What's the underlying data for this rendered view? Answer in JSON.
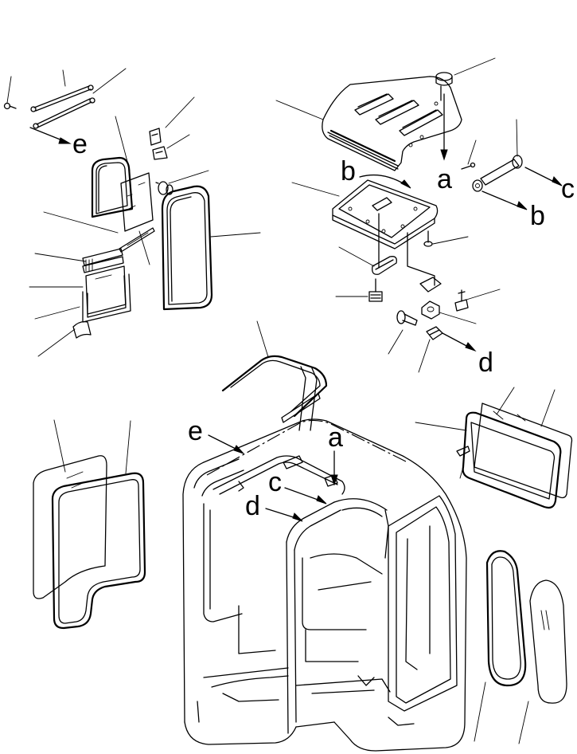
{
  "diagram": {
    "labels": {
      "a_top": "a",
      "b_top": "b",
      "c_top": "c",
      "b_arrow": "b",
      "d_arrow": "d",
      "e_arrow": "e",
      "e_cab": "e",
      "a_cab": "a",
      "c_cab": "c",
      "d_cab": "d"
    }
  }
}
